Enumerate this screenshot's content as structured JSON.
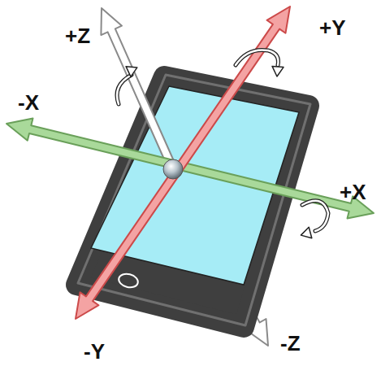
{
  "diagram": {
    "labels": [
      "+Z",
      "+Y",
      "-X",
      "+X",
      "-Y",
      "-Z"
    ]
  }
}
